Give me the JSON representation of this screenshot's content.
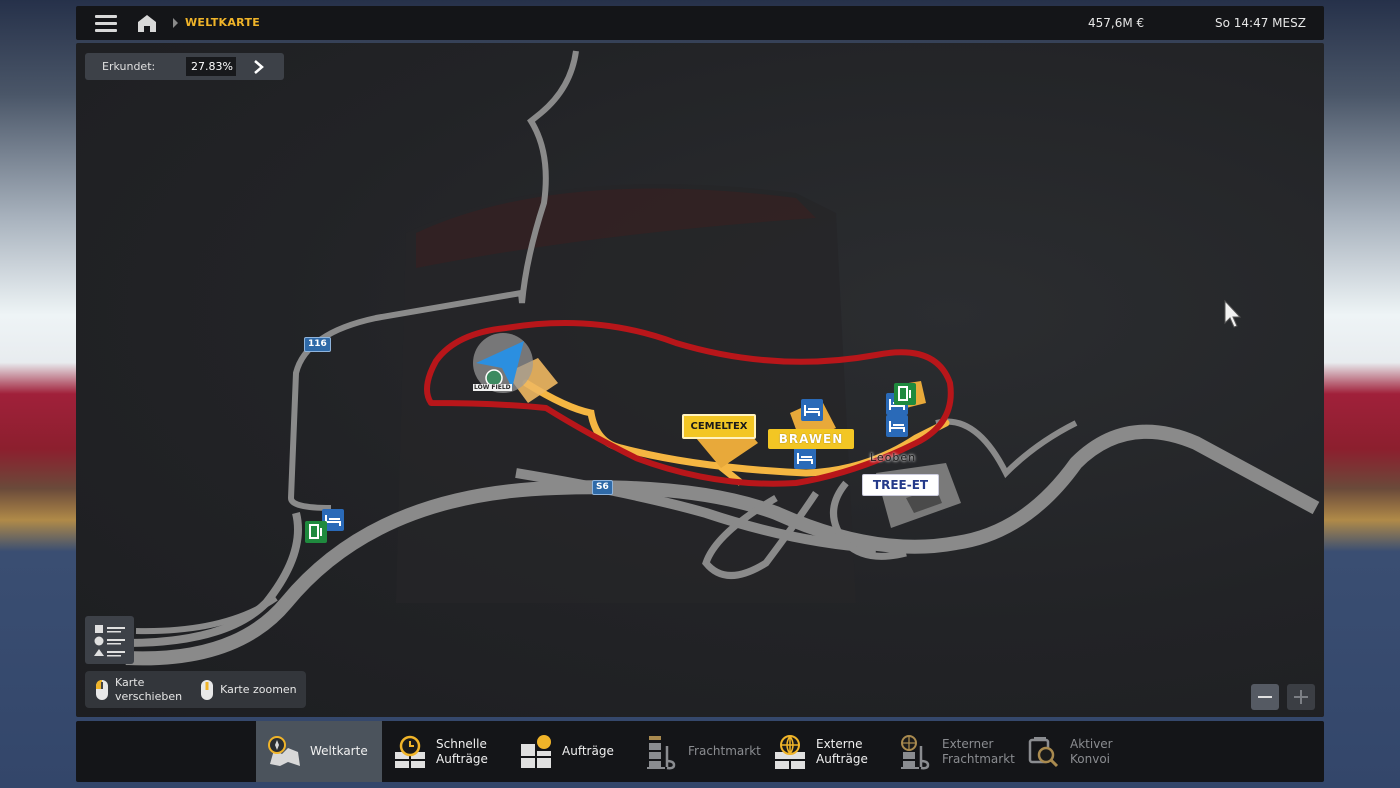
{
  "topbar": {
    "breadcrumb": "WELTKARTE",
    "money": "457,6M  €",
    "clock": "So 14:47 MESZ"
  },
  "map": {
    "explored_label": "Erkundet:",
    "explored_value": "27.83%",
    "city_label": "Leoben",
    "road_shields": [
      "116",
      "S6"
    ],
    "companies": {
      "cemeltex": "CEMELTEX",
      "brawen": "BRAWEN",
      "treeet": "TREE-ET",
      "lowfield": "LOW FIELD"
    },
    "hints": {
      "move": "Karte\nverschieben",
      "move_line1": "Karte",
      "move_line2": "verschieben",
      "zoom": "Karte zoomen"
    },
    "colors": {
      "route": "#f5b642",
      "outline_annotation": "#b8161a",
      "road": "#8a8a8a",
      "accent": "#f0b429"
    }
  },
  "nav": {
    "tabs": [
      {
        "line1": "Weltkarte",
        "line2": "",
        "active": true
      },
      {
        "line1": "Schnelle",
        "line2": "Aufträge"
      },
      {
        "line1": "Aufträge",
        "line2": ""
      },
      {
        "line1": "Frachtmarkt",
        "line2": "",
        "disabled": true
      },
      {
        "line1": "Externe",
        "line2": "Aufträge"
      },
      {
        "line1": "Externer",
        "line2": "Frachtmarkt",
        "disabled": true
      },
      {
        "line1": "Aktiver",
        "line2": "Konvoi",
        "disabled": true
      }
    ]
  }
}
